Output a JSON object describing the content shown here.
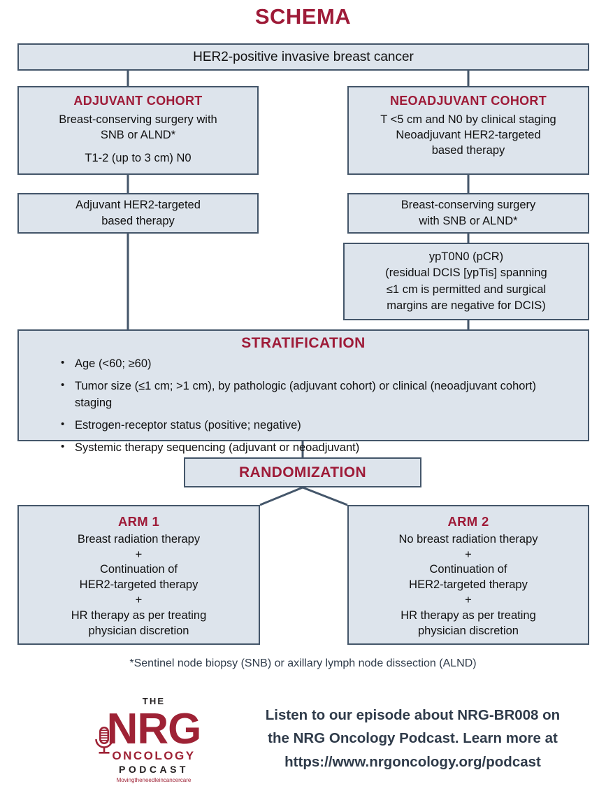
{
  "title": "SCHEMA",
  "colors": {
    "accent_crimson": "#9e1b38",
    "box_fill": "#dde4ec",
    "box_border": "#44566a",
    "body_text": "#111111",
    "footnote_text": "#2f3b4a"
  },
  "population": {
    "label": "HER2-positive invasive breast cancer"
  },
  "adjuvant_cohort": {
    "heading": "ADJUVANT COHORT",
    "line1": "Breast-conserving surgery with",
    "line2": "SNB or ALND*",
    "line3": "T1-2 (up to 3 cm) N0"
  },
  "neoadjuvant_cohort": {
    "heading": "NEOADJUVANT COHORT",
    "line1": "T <5 cm and N0 by clinical staging",
    "line2": "Neoadjuvant HER2-targeted",
    "line3": "based therapy"
  },
  "adjuvant_therapy": {
    "line1": "Adjuvant HER2-targeted",
    "line2": "based therapy"
  },
  "neoadjuvant_surgery": {
    "line1": "Breast-conserving surgery",
    "line2": "with SNB or ALND*"
  },
  "pcr": {
    "line1": "ypT0N0 (pCR)",
    "line2": "(residual DCIS [ypTis] spanning",
    "line3": "≤1 cm is permitted and surgical",
    "line4": "margins are negative for DCIS)"
  },
  "stratification": {
    "heading": "STRATIFICATION",
    "items": [
      "Age (<60; ≥60)",
      "Tumor size (≤1 cm; >1 cm), by pathologic (adjuvant cohort) or clinical (neoadjuvant cohort) staging",
      "Estrogen-receptor status (positive; negative)",
      "Systemic therapy sequencing (adjuvant or neoadjuvant)"
    ]
  },
  "randomization": {
    "label": "RANDOMIZATION"
  },
  "arm1": {
    "heading": "ARM 1",
    "line1": "Breast radiation therapy",
    "line2": "+",
    "line3": "Continuation of",
    "line4": "HER2-targeted therapy",
    "line5": "+",
    "line6": "HR therapy as per treating",
    "line7": "physician discretion"
  },
  "arm2": {
    "heading": "ARM 2",
    "line1": "No breast radiation therapy",
    "line2": "+",
    "line3": "Continuation of",
    "line4": "HER2-targeted therapy",
    "line5": "+",
    "line6": "HR therapy as per treating",
    "line7": "physician discretion"
  },
  "footnote": "*Sentinel node biopsy (SNB) or axillary lymph node dissection (ALND)",
  "promo": {
    "line1": "Listen to our episode about NRG-BR008 on",
    "line2": "the NRG Oncology Podcast. Learn more at",
    "line3": "https://www.nrgoncology.org/podcast"
  },
  "logo": {
    "the": "THE",
    "nrg": "NRG",
    "oncology": "O N C O L O G Y",
    "podcast": "P O D C A S T",
    "tagline": "Moving the needle in cancer care"
  }
}
